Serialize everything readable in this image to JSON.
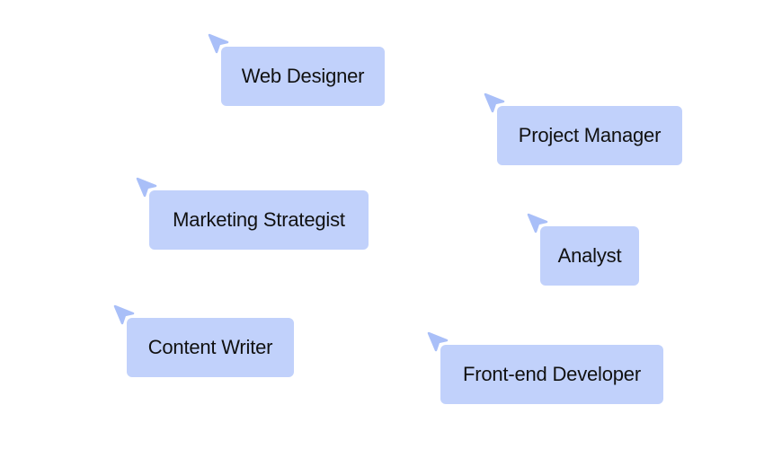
{
  "accent_color": "#c1d1fb",
  "pointer_color": "#a9bff8",
  "pointer_icon": "cursor-arrow-icon",
  "tags": [
    {
      "label": "Web Designer"
    },
    {
      "label": "Project Manager"
    },
    {
      "label": "Marketing Strategist"
    },
    {
      "label": "Analyst"
    },
    {
      "label": "Content Writer"
    },
    {
      "label": "Front-end Developer"
    }
  ]
}
